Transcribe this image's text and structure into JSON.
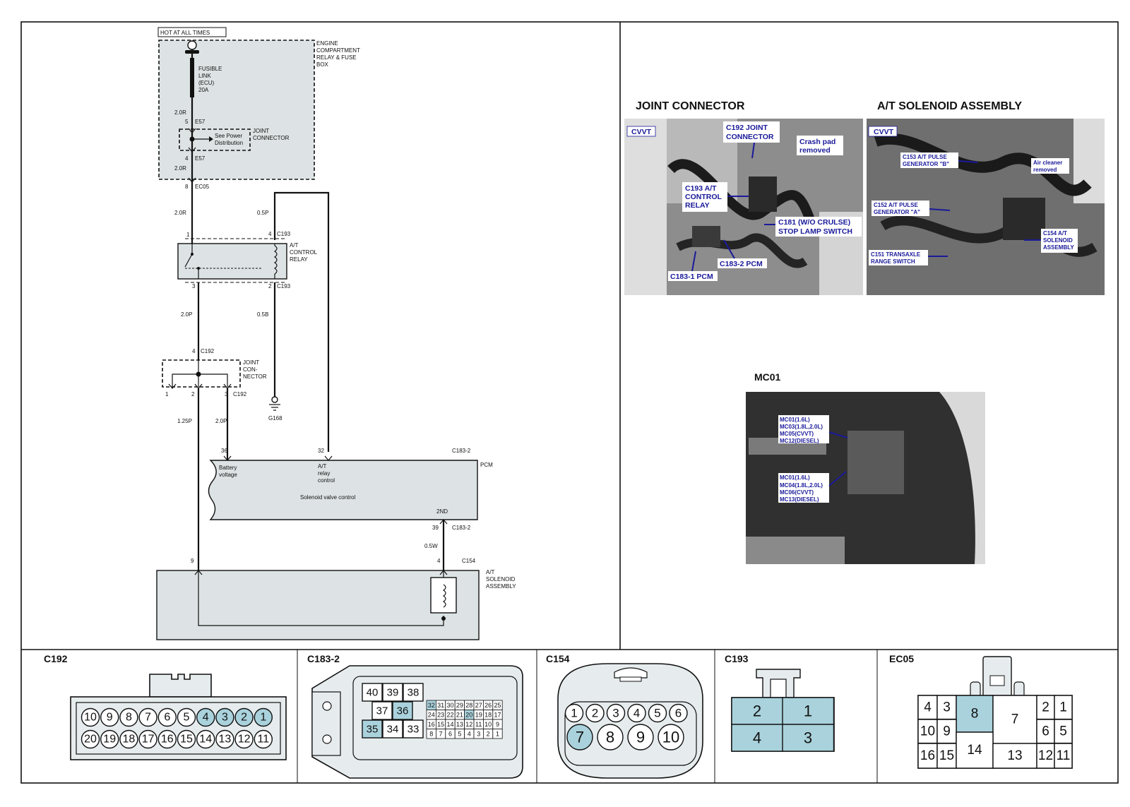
{
  "schematic": {
    "hot_label": "HOT AT ALL TIMES",
    "fuse_box_label": [
      "ENGINE",
      "COMPARTMENT",
      "RELAY & FUSE",
      "BOX"
    ],
    "fusible_link_label": [
      "FUSIBLE",
      "LINK",
      "(ECU)",
      "20A"
    ],
    "joint_connector_label": [
      "JOINT",
      "CONNECTOR"
    ],
    "see_power": [
      "See Power",
      "Distribution"
    ],
    "relay_label": [
      "A/T",
      "CONTROL",
      "RELAY"
    ],
    "joint_con_label": [
      "JOINT",
      "CON-",
      "NECTOR"
    ],
    "pcm_label": "PCM",
    "battery_voltage": [
      "Battery",
      "voltage"
    ],
    "at_relay_control": [
      "A/T",
      "relay",
      "control"
    ],
    "solenoid_valve_control": "Solenoid valve control",
    "solenoid_assembly_label": [
      "A/T",
      "SOLENOID",
      "ASSEMBLY"
    ],
    "ground": "G168",
    "wire_labels": {
      "w1": "2.0R",
      "w2": "2.0R",
      "w3": "2.0R",
      "w4": "0.5P",
      "w5": "2.0P",
      "w6": "0.5B",
      "w7": "1.25P",
      "w8": "2.0P",
      "w9": "0.5W"
    },
    "connector_labels": {
      "e57a": "E57",
      "e57b": "E57",
      "ec05": "EC05",
      "c193a": "C193",
      "c193b": "C193",
      "c192a": "C192",
      "c192b": "C192",
      "c183a": "C183-2",
      "c183b": "C183-2",
      "c154": "C154",
      "gnd2": "2ND"
    },
    "pins": {
      "p5": "5",
      "p4": "4",
      "p8": "8",
      "p1": "1",
      "p4b": "4",
      "p3": "3",
      "p2": "2",
      "p4c": "4",
      "p1b": "1",
      "p2b": "2",
      "p3b": "3",
      "p36": "36",
      "p32": "32",
      "p39": "39",
      "p9": "9",
      "p4d": "4"
    }
  },
  "photos": {
    "joint_connector_title": "JOINT CONNECTOR",
    "solenoid_title": "A/T SOLENOID ASSEMBLY",
    "mc01_title": "MC01",
    "photo1": {
      "tag": "CVVT",
      "callouts": [
        "C192 JOINT",
        "CONNECTOR",
        "Crash pad",
        "removed",
        "C193 A/T",
        "CONTROL",
        "RELAY",
        "C181 (W/O CRULSE)",
        "STOP LAMP SWITCH",
        "C183-2 PCM",
        "C183-1 PCM"
      ]
    },
    "photo2": {
      "tag": "CVVT",
      "callouts": [
        "C153 A/T PULSE",
        "GENERATOR \"B\"",
        "Air cleaner",
        "removed",
        "C152 A/T PULSE",
        "GENERATOR \"A\"",
        "C154 A/T",
        "SOLENOID",
        "ASSEMBLY",
        "C151 TRANSAXLE",
        "RANGE SWITCH"
      ]
    },
    "photo3": {
      "callouts": [
        "MC01(1.6L)",
        "MC03(1.8L,2.0L)",
        "MC05(CVVT)",
        "MC12(DIESEL)",
        "MC01(1.6L)",
        "MC04(1.8L,2.0L)",
        "MC06(CVVT)",
        "MC13(DIESEL)"
      ]
    }
  },
  "connectors": {
    "c192": {
      "name": "C192",
      "row1": [
        "10",
        "9",
        "8",
        "7",
        "6",
        "5",
        "4",
        "3",
        "2",
        "1"
      ],
      "row2": [
        "20",
        "19",
        "18",
        "17",
        "16",
        "15",
        "14",
        "13",
        "12",
        "11"
      ],
      "highlight": [
        "4",
        "3",
        "2",
        "1"
      ]
    },
    "c183": {
      "name": "C183-2",
      "big_row1": [
        "40",
        "39",
        "38"
      ],
      "big_row2": [
        "37",
        "36"
      ],
      "big_row3": [
        "35",
        "34",
        "33"
      ],
      "small_row1": [
        "32",
        "31",
        "30",
        "29",
        "28",
        "27",
        "26",
        "25"
      ],
      "small_row2": [
        "24",
        "23",
        "22",
        "21",
        "20",
        "19",
        "18",
        "17"
      ],
      "small_row3": [
        "16",
        "15",
        "14",
        "13",
        "12",
        "11",
        "10",
        "9"
      ],
      "small_row4": [
        "8",
        "7",
        "6",
        "5",
        "4",
        "3",
        "2",
        "1"
      ],
      "highlight": [
        "36",
        "35",
        "32",
        "20"
      ]
    },
    "c154": {
      "name": "C154",
      "row1": [
        "1",
        "2",
        "3",
        "4",
        "5",
        "6"
      ],
      "row2": [
        "7",
        "8",
        "9",
        "10"
      ],
      "highlight": [
        "7"
      ]
    },
    "c193": {
      "name": "C193",
      "cells": [
        "2",
        "1",
        "4",
        "3"
      ]
    },
    "ec05": {
      "name": "EC05",
      "cells": [
        "4",
        "3",
        "8",
        "7",
        "2",
        "1",
        "10",
        "9",
        "6",
        "5",
        "16",
        "15",
        "14",
        "13",
        "12",
        "11"
      ],
      "highlight": [
        "8"
      ]
    }
  },
  "colors": {
    "highlight": "#a9d2dc",
    "box_fill": "#dde3e4",
    "callout": "#1a1a9a"
  }
}
